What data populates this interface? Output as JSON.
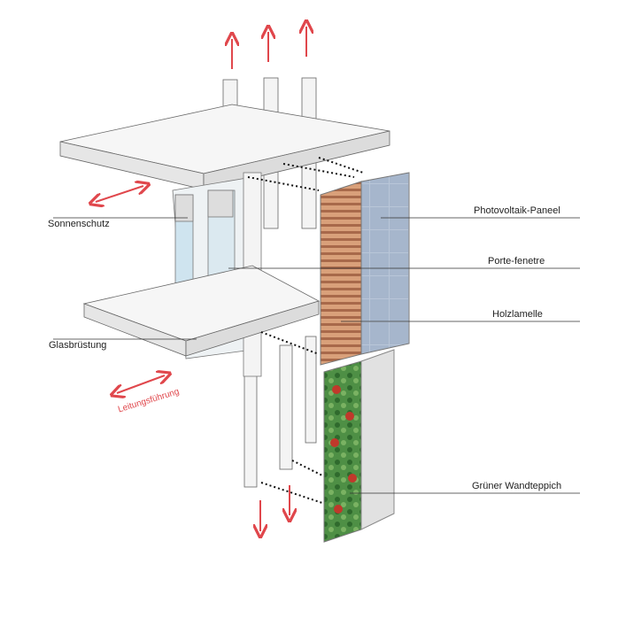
{
  "labels": {
    "sonnenschutz": "Sonnenschutz",
    "glasbruestung": "Glasbrüstung",
    "leitungsfuehrung": "Leitungsführung",
    "photovoltaik": "Photovoltaik-Paneel",
    "porte_fenetre": "Porte-fenetre",
    "holzlamelle": "Holzlamelle",
    "gruener_wandteppich": "Grüner Wandteppich"
  },
  "colors": {
    "arrow": "#e0474c",
    "wood": "#c98a5e",
    "pv": "#aab8cc",
    "green": "#3f7d3a",
    "flower": "#c0392b"
  }
}
